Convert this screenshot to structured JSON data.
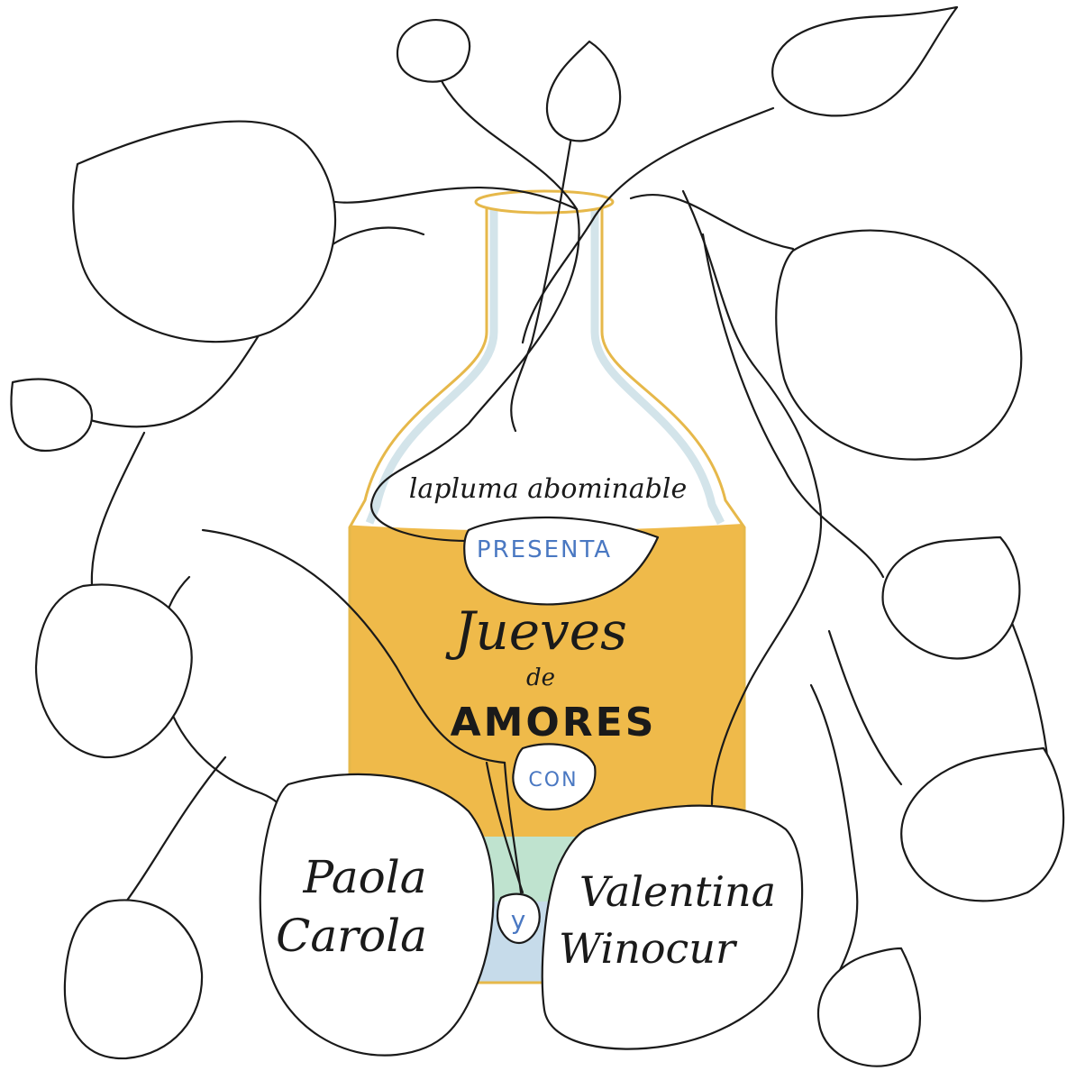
{
  "poster": {
    "presenter": "lapluma abominable",
    "presents": "PRESENTA",
    "title_line1": "Jueves",
    "title_line2": "de",
    "title_line3": "AMORES",
    "with": "CON",
    "guest1_line1": "Paola",
    "guest1_line2": "Carola",
    "and": "y",
    "guest2_line1": "Valentina",
    "guest2_line2": "Winocur"
  },
  "colors": {
    "liquid": "#efba4a",
    "mint": "#bfe3cf",
    "sky": "#c6dbea",
    "bottle_outline": "#e6b84a",
    "glass": "#d3e4ea",
    "text_blue": "#4a78c2",
    "ink": "#1a1a1a"
  },
  "icons": [
    "bottle-illustration",
    "vine-leaves-illustration"
  ]
}
